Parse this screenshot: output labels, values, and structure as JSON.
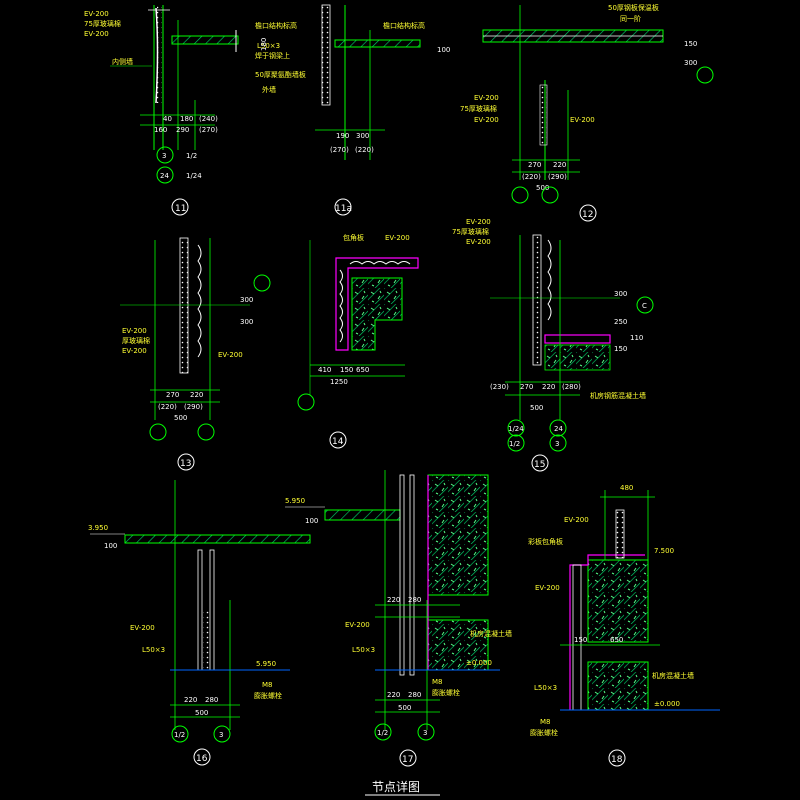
{
  "page": {
    "title": "节点详图"
  },
  "colors": {
    "bg": "#000000",
    "green": "#00ff00",
    "yellow": "#ffff33",
    "white": "#ffffff",
    "magenta": "#ff00ff",
    "cyan": "#00ffff",
    "hatch": "#00cc66"
  },
  "d11": {
    "label": "11",
    "notes": [
      "EV-200",
      "75厚玻璃棉",
      "EV-200",
      "内侧墙",
      "檐口结构标高",
      "L50×3",
      "焊于钢梁上",
      "50厚聚氨酯墙板",
      "外墙"
    ],
    "dims": [
      "40",
      "180",
      "(240)",
      "160",
      "290",
      "(270)",
      "180"
    ],
    "axes": [
      "3",
      "1/2",
      "24",
      "1/24"
    ]
  },
  "d11a": {
    "label": "11a",
    "notes": [
      "檐口结构标高"
    ],
    "dims": [
      "190",
      "300",
      "(270)",
      "(220)",
      "100"
    ]
  },
  "d12": {
    "label": "12",
    "notes": [
      "50厚钢板保温板",
      "同一阶",
      "EV-200",
      "75厚玻璃棉",
      "EV-200",
      "EV-200"
    ],
    "dims": [
      "270",
      "220",
      "(220)",
      "(290)",
      "500",
      "150",
      "300"
    ]
  },
  "d13": {
    "label": "13",
    "notes": [
      "EV-200",
      "厚玻璃棉",
      "EV-200",
      "EV-200"
    ],
    "dims": [
      "300",
      "300",
      "270",
      "220",
      "(220)",
      "(290)",
      "500"
    ]
  },
  "d14": {
    "label": "14",
    "notes": [
      "包角板",
      "EV-200"
    ],
    "dims": [
      "410",
      "150",
      "650",
      "1250"
    ]
  },
  "d15": {
    "label": "15",
    "notes": [
      "EV-200",
      "75厚玻璃棉",
      "EV-200",
      "机房钢筋混凝土墙"
    ],
    "dims": [
      "300",
      "250",
      "110",
      "(230)",
      "270",
      "220",
      "(280)",
      "500",
      "150"
    ],
    "axes": [
      "C",
      "1/24",
      "24",
      "1/2",
      "3"
    ]
  },
  "d16": {
    "label": "16",
    "notes": [
      "EV-200",
      "L50×3",
      "M8",
      "膨胀螺栓"
    ],
    "dims": [
      "220",
      "280",
      "500",
      "100"
    ],
    "levels": [
      "3.950",
      "5.950"
    ],
    "axes": [
      "1/2",
      "3"
    ]
  },
  "d17": {
    "label": "17",
    "notes": [
      "EV-200",
      "机房混凝土墙",
      "L50×3",
      "M8",
      "膨胀螺栓"
    ],
    "dims": [
      "220",
      "280",
      "220",
      "280",
      "500",
      "100"
    ],
    "levels": [
      "5.950",
      "±0.000"
    ],
    "axes": [
      "1/2",
      "3"
    ]
  },
  "d18": {
    "label": "18",
    "notes": [
      "EV-200",
      "彩板包角板",
      "EV-200",
      "机房混凝土墙",
      "L50×3",
      "M8",
      "膨胀螺栓"
    ],
    "dims": [
      "480",
      "150",
      "650"
    ],
    "levels": [
      "7.500",
      "±0.000"
    ]
  }
}
